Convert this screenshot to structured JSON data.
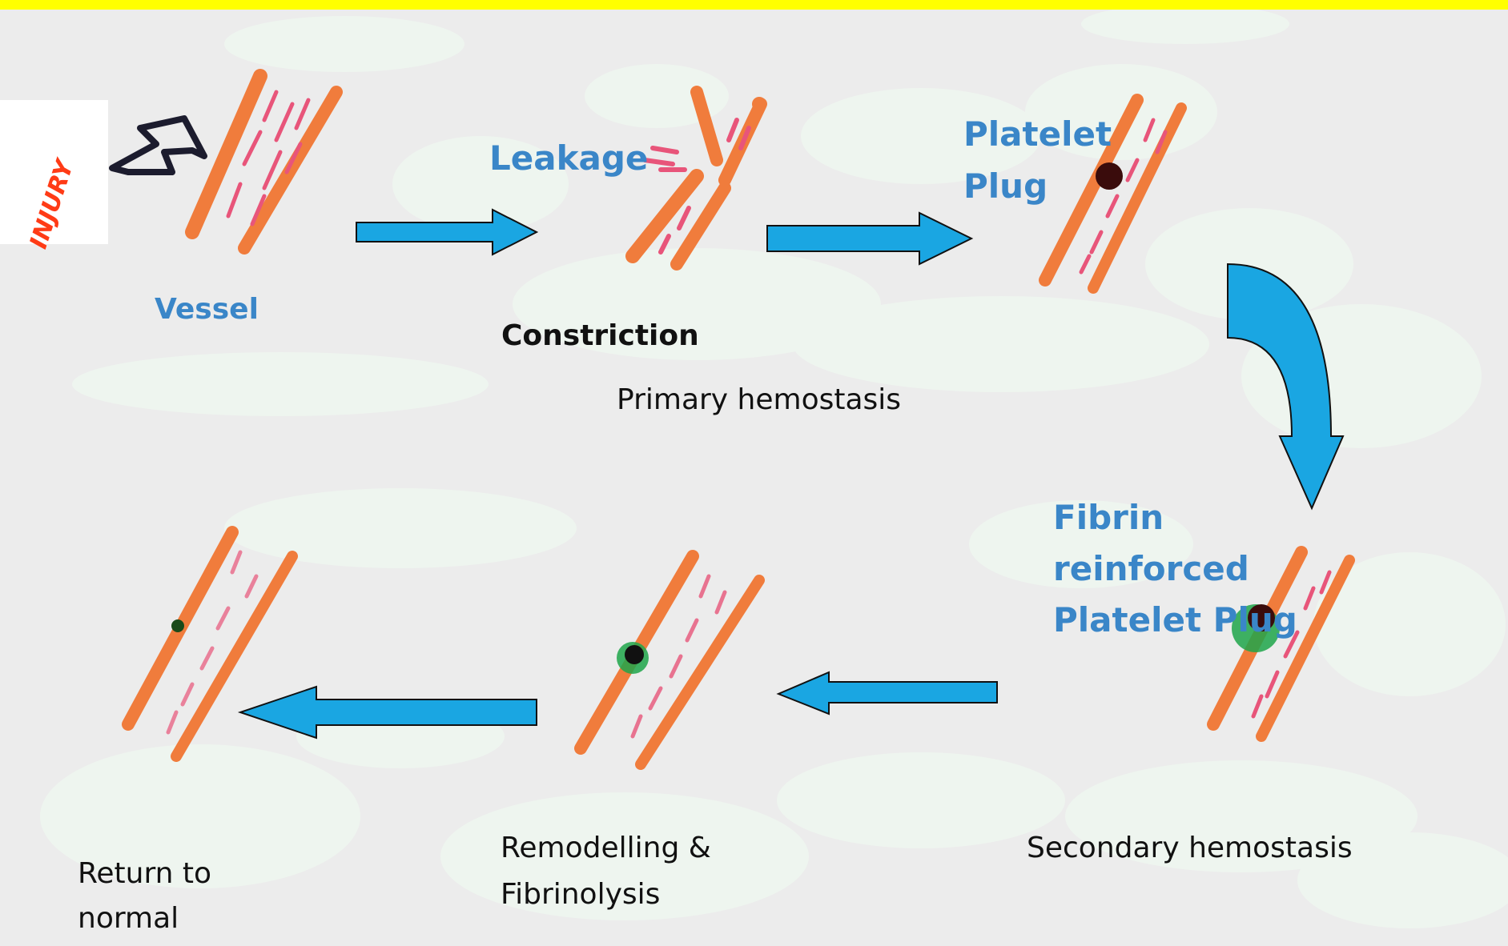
{
  "labels": {
    "injury": "INJURY",
    "vessel": "Vessel",
    "leakage": "Leakage",
    "constriction": "Constriction",
    "platelet_plug_1": "Platelet",
    "platelet_plug_2": "Plug",
    "primary_hemostasis": "Primary hemostasis",
    "fibrin_1": "Fibrin",
    "fibrin_2": "reinforced",
    "fibrin_3": "Platelet Plug",
    "secondary_hemostasis": "Secondary hemostasis",
    "remodelling_1": "Remodelling &",
    "remodelling_2": "Fibrinolysis",
    "return_1": "Return to",
    "return_2": "normal"
  },
  "colors": {
    "top_bar": "#ffff00",
    "background": "#ececec",
    "cloud": "#eef5ef",
    "arrow_fill": "#1aa6e2",
    "vessel_wall": "#f07c3c",
    "blood": "#e8557a",
    "label_blue": "#3a86c8",
    "injury_red": "#ff3b16",
    "clot": "#3a0c0c",
    "fibrin": "#1fa64a"
  }
}
